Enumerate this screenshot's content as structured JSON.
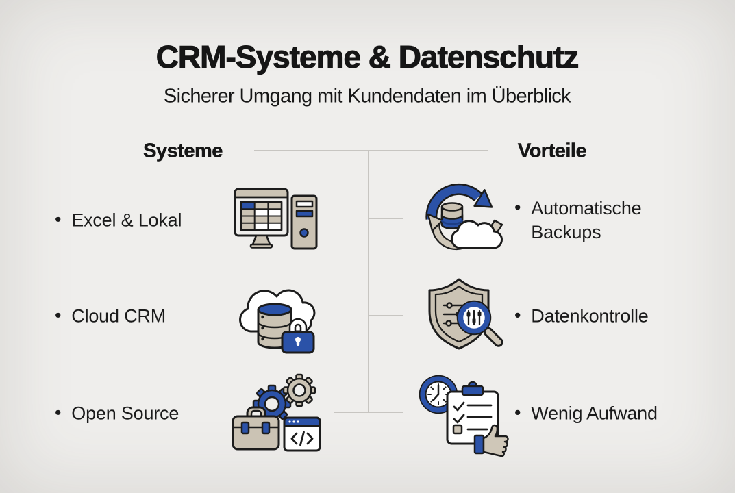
{
  "page": {
    "title": "CRM-Systeme & Datenschutz",
    "subtitle": "Sicherer Umgang mit Kundendaten im Überblick"
  },
  "bullet": "•",
  "columns": {
    "left": {
      "header": "Systeme",
      "items": [
        {
          "label": "Excel & Lokal",
          "icon": "desktop-computer-spreadsheet-icon"
        },
        {
          "label": "Cloud CRM",
          "icon": "cloud-database-lock-icon"
        },
        {
          "label": "Open Source",
          "icon": "toolbox-gears-code-icon"
        }
      ]
    },
    "right": {
      "header": "Vorteile",
      "items": [
        {
          "label": "Automatische Backups",
          "icon": "database-sync-cloud-backup-icon"
        },
        {
          "label": "Datenkontrolle",
          "icon": "shield-magnifier-settings-icon"
        },
        {
          "label": "Wenig Aufwand",
          "icon": "clock-checklist-thumbsup-icon"
        }
      ]
    }
  },
  "colors": {
    "background": "#efeeec",
    "text": "#161616",
    "accent_blue": "#2b52a8",
    "dark_blue": "#1d3d85",
    "tan": "#cbc3b4",
    "outline": "#1c1c1c",
    "connector_gray": "#c7c5c1",
    "white": "#ffffff"
  }
}
